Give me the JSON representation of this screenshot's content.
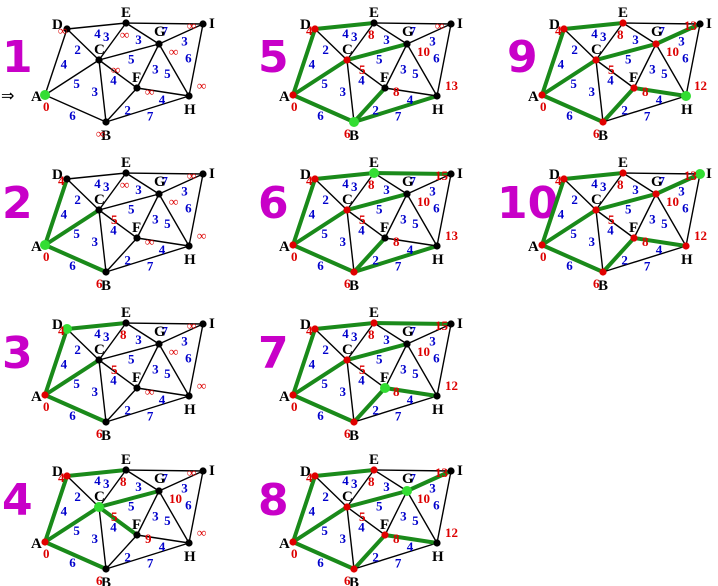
{
  "colors": {
    "step_number": "#c800c8",
    "weight_text": "#0000cc",
    "distance_text": "#dd0000",
    "tree_edge": "#1a8a1a",
    "node_unvisited": "#000000",
    "node_visited": "#e00000",
    "node_current": "#33dd33"
  },
  "start_marker": "⇒",
  "node_labels": {
    "A": "A",
    "B": "B",
    "C": "C",
    "D": "D",
    "E": "E",
    "F": "F",
    "G": "G",
    "H": "H",
    "I": "I"
  },
  "edges": [
    {
      "id": "AD",
      "u": "A",
      "v": "D",
      "w": "4"
    },
    {
      "id": "AB",
      "u": "A",
      "v": "B",
      "w": "6"
    },
    {
      "id": "AC",
      "u": "A",
      "v": "C",
      "w": "5"
    },
    {
      "id": "DC",
      "u": "D",
      "v": "C",
      "w": "2"
    },
    {
      "id": "DE",
      "u": "D",
      "v": "E",
      "w": "4"
    },
    {
      "id": "EC",
      "u": "E",
      "v": "C",
      "w": "3"
    },
    {
      "id": "EI",
      "u": "E",
      "v": "I",
      "w": "7"
    },
    {
      "id": "CG",
      "u": "C",
      "v": "G",
      "w": "5"
    },
    {
      "id": "CB",
      "u": "C",
      "v": "B",
      "w": "3"
    },
    {
      "id": "CF",
      "u": "C",
      "v": "F",
      "w": "4"
    },
    {
      "id": "BF",
      "u": "B",
      "v": "F",
      "w": "2"
    },
    {
      "id": "BH",
      "u": "B",
      "v": "H",
      "w": "7"
    },
    {
      "id": "FG",
      "u": "F",
      "v": "G",
      "w": "3"
    },
    {
      "id": "FH",
      "u": "F",
      "v": "H",
      "w": "4"
    },
    {
      "id": "GI",
      "u": "G",
      "v": "I",
      "w": "3"
    },
    {
      "id": "GH",
      "u": "G",
      "v": "H",
      "w": "5"
    },
    {
      "id": "IH",
      "u": "I",
      "v": "H",
      "w": "6"
    },
    {
      "id": "EG",
      "u": "E",
      "v": "G",
      "w": "3"
    }
  ],
  "steps": [
    {
      "label": "1",
      "current": "A",
      "visited": [],
      "tree": [],
      "dist": {
        "A": "0",
        "B": "∞",
        "C": "∞",
        "D": "∞",
        "E": "∞",
        "F": "∞",
        "G": "∞",
        "H": "∞",
        "I": "∞"
      }
    },
    {
      "label": "2",
      "current": "A",
      "visited": [],
      "tree": [
        "AD",
        "AB",
        "AC"
      ],
      "dist": {
        "A": "0",
        "B": "6",
        "C": "5",
        "D": "4",
        "E": "∞",
        "F": "∞",
        "G": "∞",
        "H": "∞",
        "I": "∞"
      }
    },
    {
      "label": "3",
      "current": "D",
      "visited": [
        "A"
      ],
      "tree": [
        "AD",
        "AB",
        "AC",
        "DE"
      ],
      "dist": {
        "A": "0",
        "B": "6",
        "C": "5",
        "D": "4",
        "E": "8",
        "F": "∞",
        "G": "∞",
        "H": "∞",
        "I": "∞"
      }
    },
    {
      "label": "4",
      "current": "C",
      "visited": [
        "A",
        "D"
      ],
      "tree": [
        "AD",
        "AB",
        "AC",
        "DE",
        "CG",
        "CF"
      ],
      "dist": {
        "A": "0",
        "B": "6",
        "C": "5",
        "D": "4",
        "E": "8",
        "F": "9",
        "G": "10",
        "H": "∞",
        "I": "∞"
      }
    },
    {
      "label": "5",
      "current": "B",
      "visited": [
        "A",
        "D",
        "C"
      ],
      "tree": [
        "AD",
        "AB",
        "AC",
        "DE",
        "CG",
        "BF",
        "BH"
      ],
      "dist": {
        "A": "0",
        "B": "6",
        "C": "5",
        "D": "4",
        "E": "8",
        "F": "8",
        "G": "10",
        "H": "13",
        "I": "∞"
      }
    },
    {
      "label": "6",
      "current": "E",
      "visited": [
        "A",
        "D",
        "C",
        "B"
      ],
      "tree": [
        "AD",
        "AB",
        "AC",
        "DE",
        "CG",
        "BF",
        "BH",
        "EI"
      ],
      "dist": {
        "A": "0",
        "B": "6",
        "C": "5",
        "D": "4",
        "E": "8",
        "F": "8",
        "G": "10",
        "H": "13",
        "I": "15"
      }
    },
    {
      "label": "7",
      "current": "F",
      "visited": [
        "A",
        "D",
        "C",
        "B",
        "E"
      ],
      "tree": [
        "AD",
        "AB",
        "AC",
        "DE",
        "CG",
        "BF",
        "EI",
        "FH"
      ],
      "dist": {
        "A": "0",
        "B": "6",
        "C": "5",
        "D": "4",
        "E": "8",
        "F": "8",
        "G": "10",
        "H": "12",
        "I": "15"
      }
    },
    {
      "label": "8",
      "current": "G",
      "visited": [
        "A",
        "D",
        "C",
        "B",
        "E",
        "F"
      ],
      "tree": [
        "AD",
        "AB",
        "AC",
        "DE",
        "CG",
        "BF",
        "FH",
        "GI"
      ],
      "dist": {
        "A": "0",
        "B": "6",
        "C": "5",
        "D": "4",
        "E": "8",
        "F": "8",
        "G": "10",
        "H": "12",
        "I": "13"
      }
    },
    {
      "label": "9",
      "current": "H",
      "visited": [
        "A",
        "D",
        "C",
        "B",
        "E",
        "F",
        "G"
      ],
      "tree": [
        "AD",
        "AB",
        "AC",
        "DE",
        "CG",
        "BF",
        "FH",
        "GI"
      ],
      "dist": {
        "A": "0",
        "B": "6",
        "C": "5",
        "D": "4",
        "E": "8",
        "F": "8",
        "G": "10",
        "H": "12",
        "I": "13"
      }
    },
    {
      "label": "10",
      "current": "I",
      "visited": [
        "A",
        "D",
        "C",
        "B",
        "E",
        "F",
        "G",
        "H"
      ],
      "tree": [
        "AD",
        "AB",
        "AC",
        "DE",
        "CG",
        "BF",
        "FH",
        "GI"
      ],
      "dist": {
        "A": "0",
        "B": "6",
        "C": "5",
        "D": "4",
        "E": "8",
        "F": "8",
        "G": "10",
        "H": "12",
        "I": "13"
      }
    }
  ]
}
